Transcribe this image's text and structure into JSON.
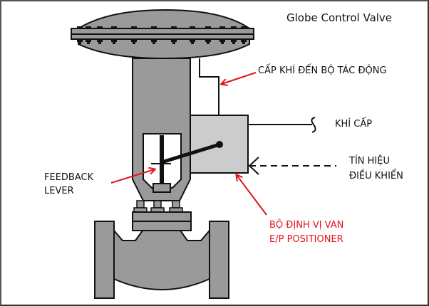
{
  "title": "Globe Control Valve",
  "labels": {
    "air_to_actuator": "CẤP KHÍ ĐẾN BỘ TÁC ĐỘNG",
    "supply_air": "KHÍ CẤP",
    "control_signal_line1": "TÍN HIỆU",
    "control_signal_line2": "ĐIỀU KHIỂN",
    "feedback_lever_line1": "FEEDBACK",
    "feedback_lever_line2": "LEVER",
    "positioner_line1": "BỘ ĐỊNH VỊ VAN",
    "positioner_line2": "E/P POSITIONER"
  },
  "colors": {
    "body_gray": "#9a9a9a",
    "positioner_gray": "#cccccc",
    "outline": "#111111",
    "arrow_red": "#e3131b"
  }
}
